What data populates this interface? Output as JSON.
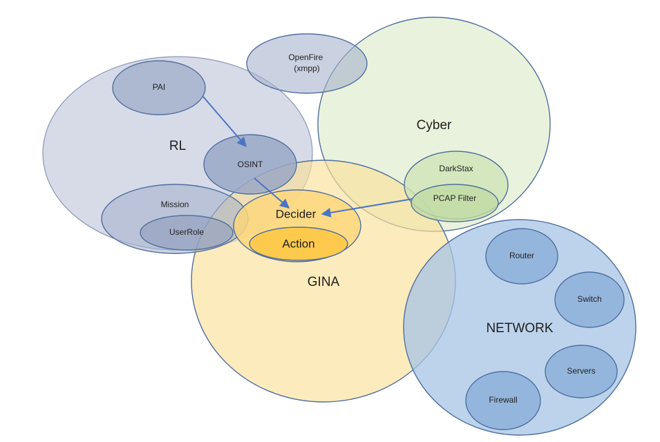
{
  "diagram": {
    "nodes": {
      "rl": {
        "label": "RL",
        "color": "#c9cfe0"
      },
      "openfire": {
        "label": "OpenFire\n(xmpp)",
        "color": "#a6b2cc"
      },
      "pai": {
        "label": "PAI",
        "color": "#a6b2cc"
      },
      "osint": {
        "label": "OSINT",
        "color": "#9aa8c6"
      },
      "mission": {
        "label": "Mission",
        "color": "#a6b2cc"
      },
      "userrole": {
        "label": "UserRole",
        "color": "#8f9dbd"
      },
      "cyber": {
        "label": "Cyber",
        "color": "#e3efd3"
      },
      "darkstax": {
        "label": "DarkStax",
        "color": "#cfe3b6"
      },
      "pcap": {
        "label": "PCAP Filter",
        "color": "#c0dba4"
      },
      "gina": {
        "label": "GINA",
        "color": "#fbe09a"
      },
      "decider": {
        "label": "Decider",
        "color": "#fcd77c"
      },
      "action": {
        "label": "Action",
        "color": "#fdc94a"
      },
      "network": {
        "label": "NETWORK",
        "color": "#a7c4e6"
      },
      "router": {
        "label": "Router",
        "color": "#8fb2dc"
      },
      "switch": {
        "label": "Switch",
        "color": "#8fb2dc"
      },
      "servers": {
        "label": "Servers",
        "color": "#8fb2dc"
      },
      "firewall": {
        "label": "Firewall",
        "color": "#8fb2dc"
      }
    },
    "edges": [
      {
        "from": "PAI",
        "to": "OSINT"
      },
      {
        "from": "OSINT",
        "to": "Decider"
      },
      {
        "from": "PCAP Filter",
        "to": "Decider"
      }
    ],
    "colors": {
      "outline": "#5a6f9c",
      "arrow": "#4a74c4"
    }
  }
}
